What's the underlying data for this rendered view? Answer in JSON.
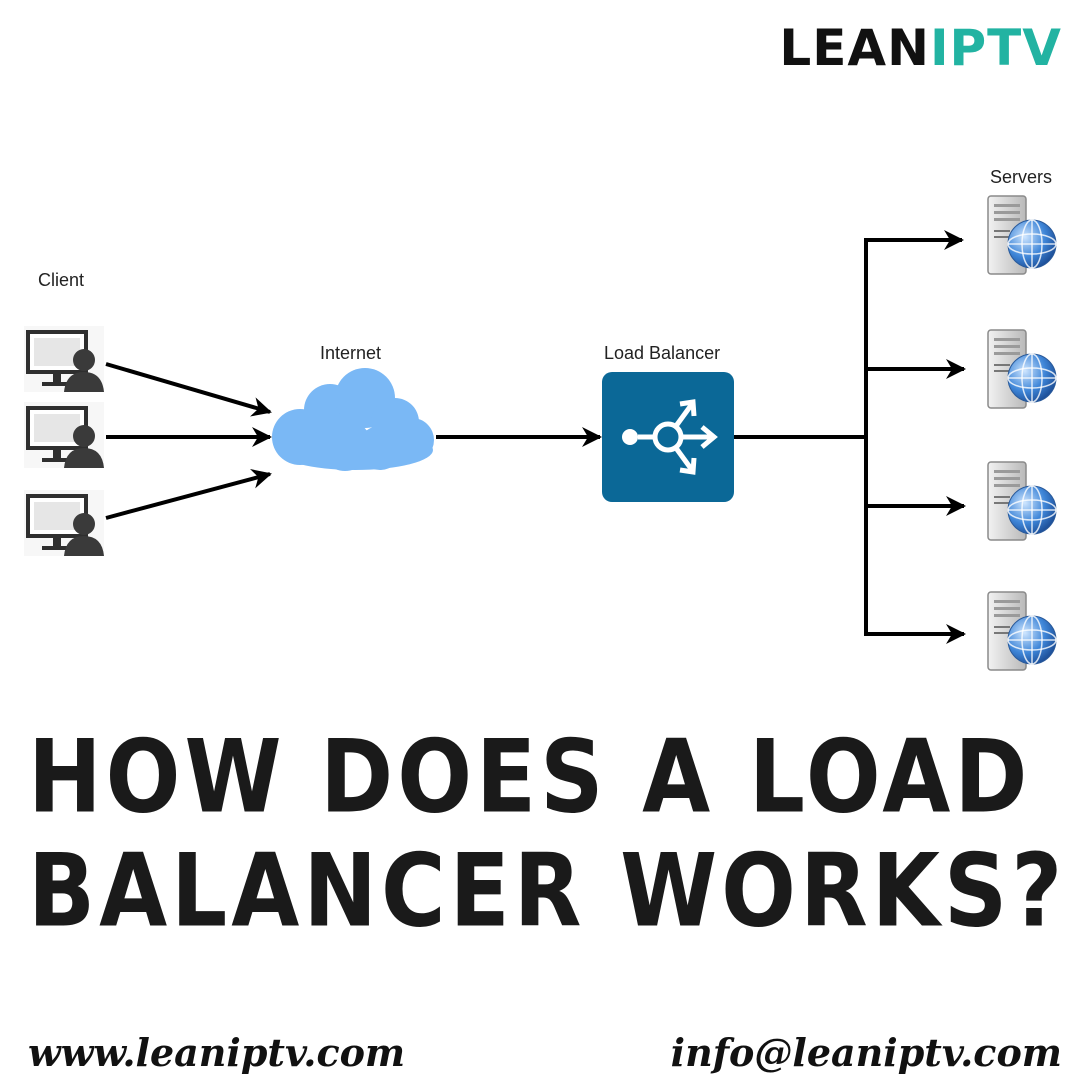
{
  "brand": {
    "part1": "LEAN",
    "part2": "IPTV",
    "accent_color": "#22b3a2",
    "dark_color": "#111111"
  },
  "diagram": {
    "labels": {
      "client": "Client",
      "internet": "Internet",
      "load_balancer": "Load Balancer",
      "servers": "Servers"
    },
    "nodes": {
      "clients": [
        "client-1",
        "client-2",
        "client-3"
      ],
      "servers": [
        "server-1",
        "server-2",
        "server-3",
        "server-4"
      ]
    },
    "colors": {
      "cloud": "#7ab8f5",
      "load_balancer": "#0b6897",
      "arrow": "#000000"
    },
    "icons": [
      "user-computer-icon",
      "cloud-icon",
      "load-balancer-icon",
      "server-globe-icon"
    ]
  },
  "headline": {
    "line1": "HOW DOES A LOAD",
    "line2": "BALANCER WORKS?"
  },
  "footer": {
    "website": "www.leaniptv.com",
    "email": "info@leaniptv.com"
  }
}
